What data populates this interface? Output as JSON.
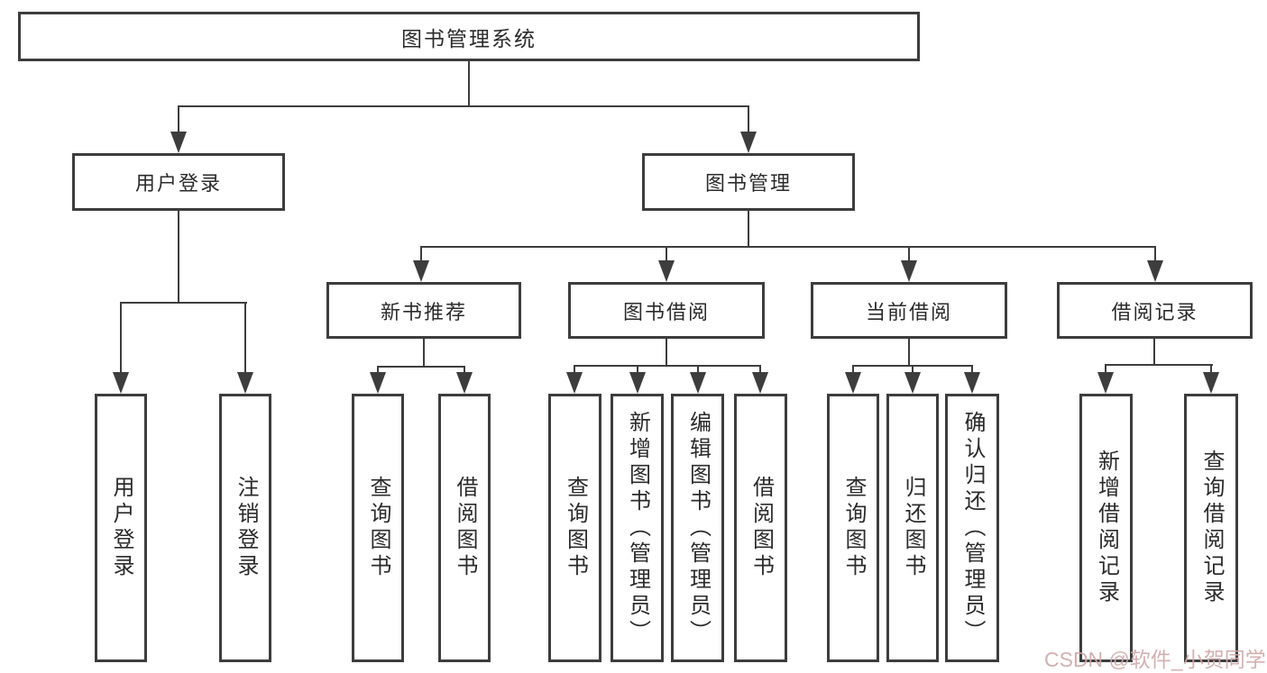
{
  "tree": {
    "root": "图书管理系统",
    "branches": [
      {
        "label": "用户登录",
        "leaves": [
          "用户登录",
          "注销登录"
        ]
      },
      {
        "label": "图书管理",
        "groups": [
          {
            "label": "新书推荐",
            "leaves": [
              "查询图书",
              "借阅图书"
            ]
          },
          {
            "label": "图书借阅",
            "leaves": [
              "查询图书",
              "新增图书（管理员）",
              "编辑图书（管理员）",
              "借阅图书"
            ]
          },
          {
            "label": "当前借阅",
            "leaves": [
              "查询图书",
              "归还图书",
              "确认归还（管理员）"
            ]
          },
          {
            "label": "借阅记录",
            "leaves": [
              "新增借阅记录",
              "查询借阅记录"
            ]
          }
        ]
      }
    ]
  },
  "watermark": {
    "text": "CSDN @软件_小贺同学"
  },
  "colors": {
    "line": "#3d3d3d",
    "text": "#2b2b2b",
    "box_bg": "#ffffff",
    "background": "#ffffff",
    "watermark": "#cfa8a8"
  }
}
